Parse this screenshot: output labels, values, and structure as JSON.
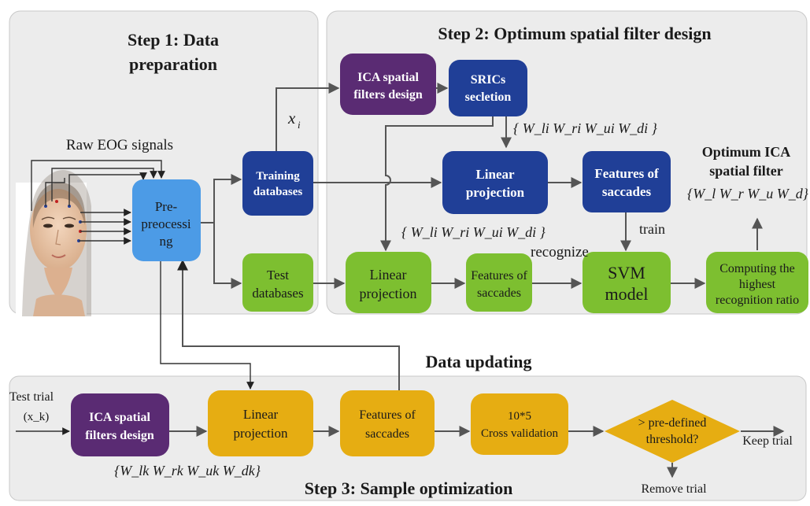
{
  "step1": {
    "line1": "Step 1: Data",
    "line2": "preparation"
  },
  "step2": {
    "title": "Step 2:  Optimum spatial filter design"
  },
  "step3": {
    "title": "Step 3: Sample optimization"
  },
  "data_updating": "Data updating",
  "raw_eog": "Raw EOG signals",
  "xi_label": "x",
  "xi_sub": "i",
  "boxes": {
    "ica_top": [
      "ICA spatial",
      "filters design"
    ],
    "srics": [
      "SRICs",
      "secletion"
    ],
    "training": [
      "Training",
      "databases"
    ],
    "preprocessing": [
      "Pre-",
      "preocessi",
      "ng"
    ],
    "linear_proj_top": [
      "Linear",
      "projection"
    ],
    "features_top": [
      "Features of",
      "saccades"
    ],
    "test_db": [
      "Test",
      "databases"
    ],
    "linear_proj_mid": [
      "Linear",
      "projection"
    ],
    "features_mid": [
      "Features of",
      "saccades"
    ],
    "svm": [
      "SVM",
      "model"
    ],
    "computing": [
      "Computing the",
      "highest",
      "recognition ratio"
    ],
    "ica_bottom": [
      "ICA spatial",
      "filters design"
    ],
    "linear_proj_bot": [
      "Linear",
      "projection"
    ],
    "features_bot": [
      "Features of",
      "saccades"
    ],
    "cross_val": [
      "10*5",
      "Cross validation"
    ],
    "decision": [
      "> pre-defined",
      "threshold?"
    ]
  },
  "optimum": {
    "line1": "Optimum ICA",
    "line2": "spatial filter"
  },
  "weights_top": "{ W_li  W_ri  W_ui  W_di }",
  "weights_mid": "{ W_li  W_ri  W_ui  W_di }",
  "weights_opt": "{W_l  W_r  W_u  W_d}",
  "weights_bot": "{W_lk  W_rk  W_uk  W_dk}",
  "train_label": "train",
  "recognize_label": "recognize",
  "test_trial": {
    "line1": "Test trial",
    "line2": "(x_k)"
  },
  "keep_trial": "Keep trial",
  "remove_trial": "Remove trial",
  "colors": {
    "purple": "#5a2b73",
    "dark_blue": "#203f97",
    "light_blue": "#4c9be6",
    "green": "#7dbf30",
    "gold": "#e6ad12",
    "panel": "#ececec"
  }
}
